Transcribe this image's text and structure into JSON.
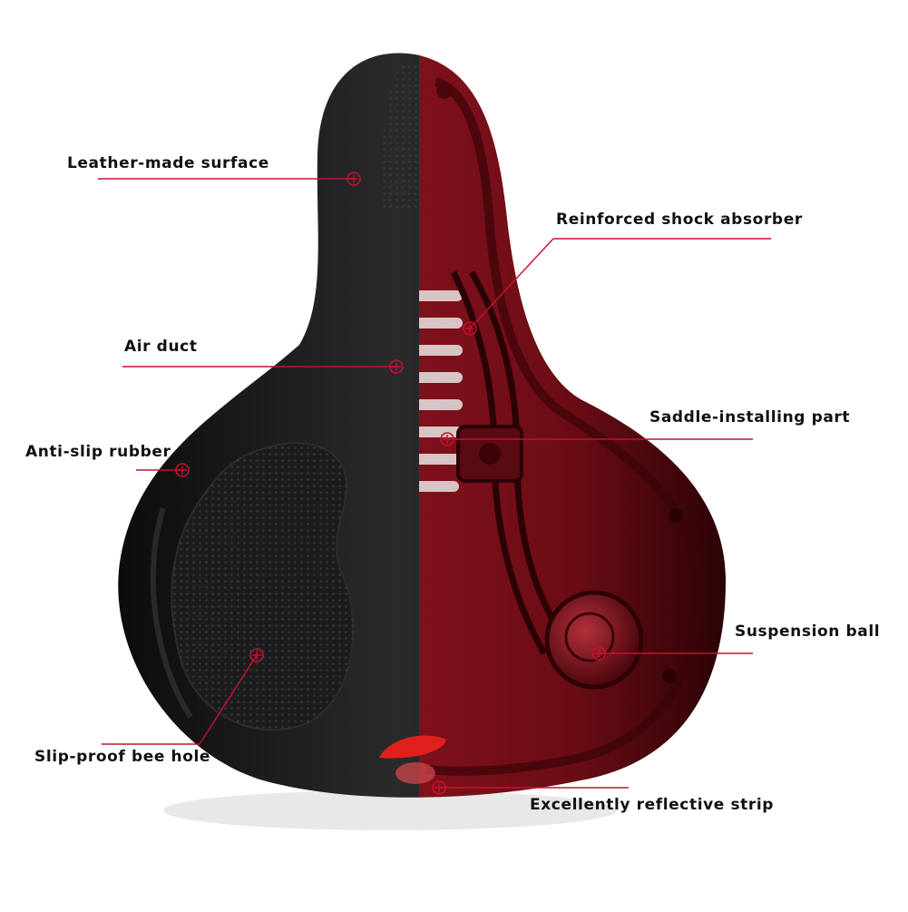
{
  "callouts": {
    "leather_surface": "Leather-made surface",
    "shock_absorber": "Reinforced shock absorber",
    "air_duct": "Air duct",
    "saddle_installing_part": "Saddle-installing part",
    "anti_slip_rubber": "Anti-slip rubber",
    "suspension_ball": "Suspension ball",
    "bee_hole": "Slip-proof bee hole",
    "reflective_strip": "Excellently reflective strip"
  },
  "colors": {
    "shell_black": "#1b1b1d",
    "shell_red": "#7a0f18",
    "callout_line": "#c8102e",
    "reflector": "#e0201c"
  }
}
